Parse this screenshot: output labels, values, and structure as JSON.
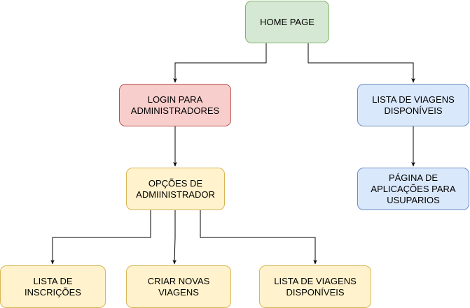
{
  "nodes": {
    "home": {
      "label": "HOME PAGE",
      "color": "green"
    },
    "login": {
      "label": "LOGIN PARA ADMINISTRADORES",
      "color": "red"
    },
    "lista_viagens_top": {
      "label": "LISTA DE VIAGENS DISPONÍVEIS",
      "color": "blue"
    },
    "opcoes": {
      "label": "OPÇÕES DE ADMIINISTRADOR",
      "color": "yellow"
    },
    "pagina_aplicacoes": {
      "label": "PÁGINA DE APLICAÇÕES PARA USUPARIOS",
      "color": "blue"
    },
    "lista_inscricoes": {
      "label": "LISTA DE INSCRIÇÕES",
      "color": "yellow"
    },
    "criar_viagens": {
      "label": "CRIAR NOVAS VIAGENS",
      "color": "yellow"
    },
    "lista_viagens_bottom": {
      "label": "LISTA DE VIAGENS DISPONÍVEIS",
      "color": "yellow"
    }
  },
  "edges": [
    {
      "from": "home",
      "to": "login"
    },
    {
      "from": "home",
      "to": "lista_viagens_top"
    },
    {
      "from": "login",
      "to": "opcoes"
    },
    {
      "from": "lista_viagens_top",
      "to": "pagina_aplicacoes"
    },
    {
      "from": "opcoes",
      "to": "lista_inscricoes"
    },
    {
      "from": "opcoes",
      "to": "criar_viagens"
    },
    {
      "from": "opcoes",
      "to": "lista_viagens_bottom"
    }
  ],
  "colors": {
    "green": "#d5e8d4",
    "red": "#f8cecc",
    "blue": "#dae8fc",
    "yellow": "#fff2cc"
  }
}
